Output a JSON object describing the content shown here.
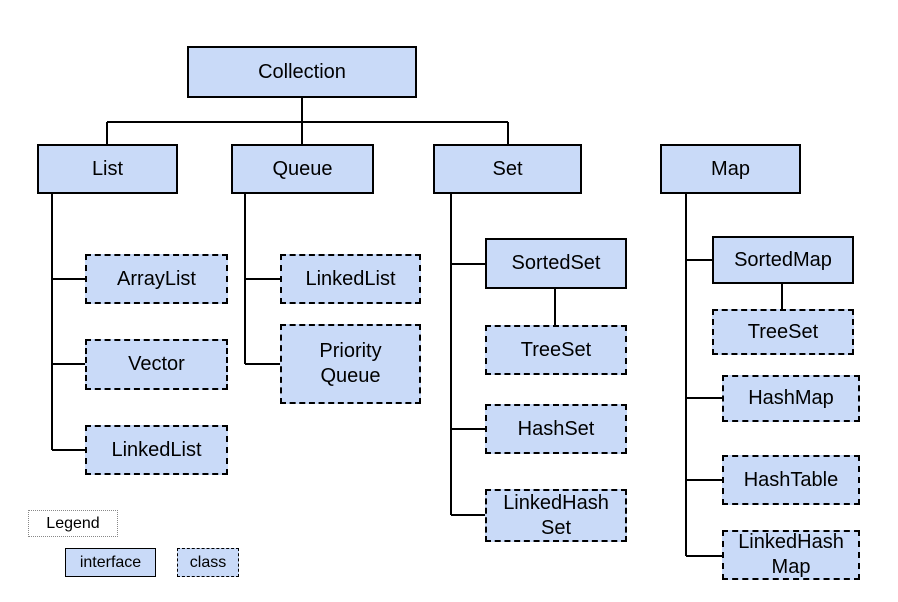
{
  "nodes": {
    "collection": "Collection",
    "list": "List",
    "queue": "Queue",
    "set": "Set",
    "map": "Map",
    "arraylist": "ArrayList",
    "vector": "Vector",
    "linkedlist_list": "LinkedList",
    "linkedlist_queue": "LinkedList",
    "priorityqueue": "Priority\nQueue",
    "sortedset": "SortedSet",
    "treeset_set": "TreeSet",
    "hashset": "HashSet",
    "linkedhashset": "LinkedHash\nSet",
    "sortedmap": "SortedMap",
    "treeset_map": "TreeSet",
    "hashmap": "HashMap",
    "hashtable": "HashTable",
    "linkedhashmap": "LinkedHash\nMap"
  },
  "legend": {
    "title": "Legend",
    "interface_label": "interface",
    "class_label": "class"
  },
  "colors": {
    "node_fill": "#c9daf8",
    "stroke": "#000000"
  }
}
